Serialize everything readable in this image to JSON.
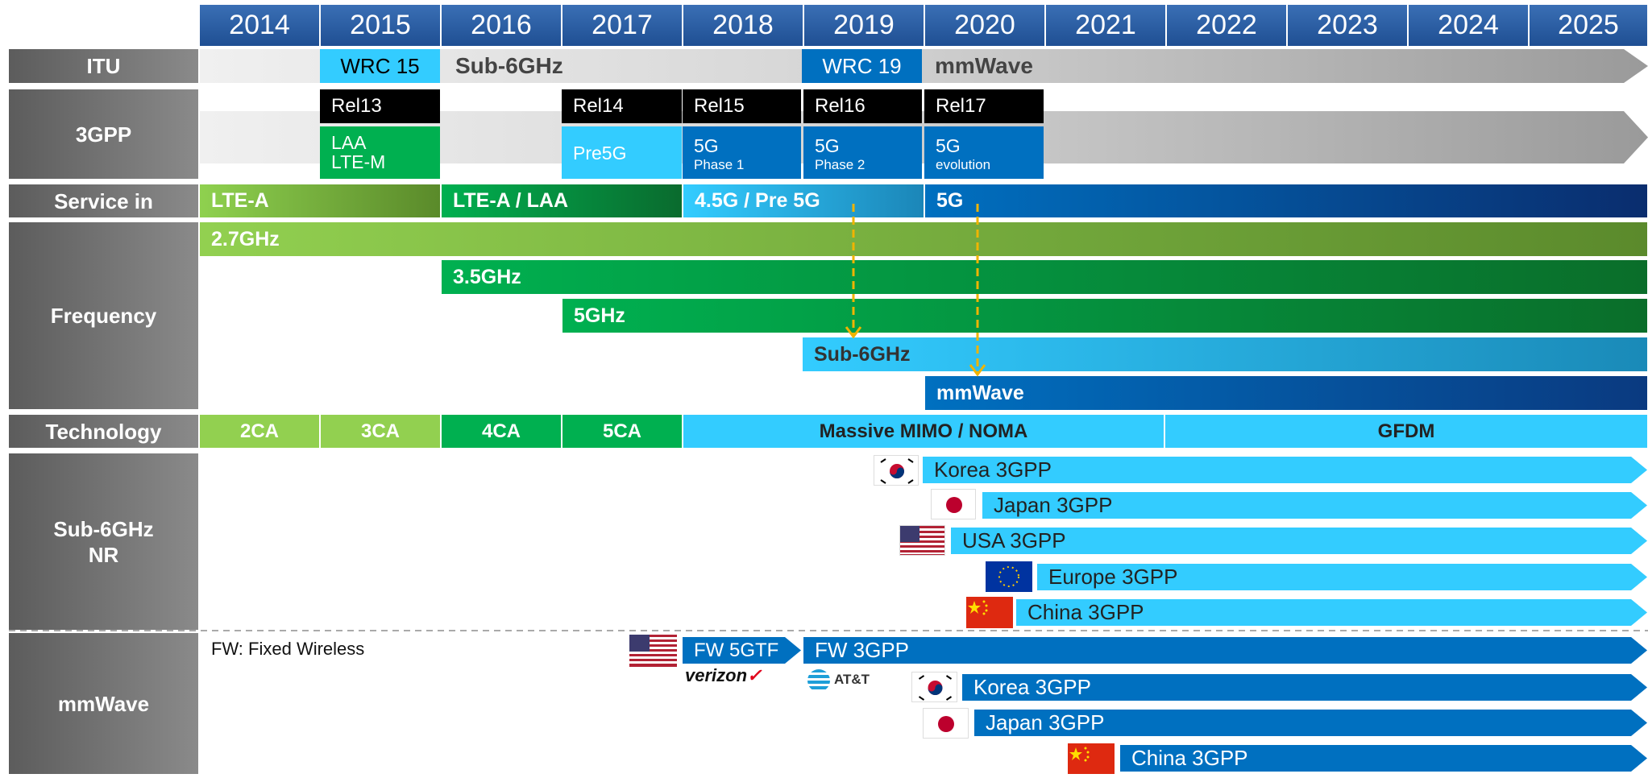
{
  "years": [
    "2014",
    "2015",
    "2016",
    "2017",
    "2018",
    "2019",
    "2020",
    "2021",
    "2022",
    "2023",
    "2024",
    "2025"
  ],
  "row_labels": {
    "itu": "ITU",
    "gpp": "3GPP",
    "service": "Service in",
    "frequency": "Frequency",
    "technology": "Technology",
    "sub6": "Sub-6GHz\nNR",
    "mmwave": "mmWave"
  },
  "itu": {
    "wrc15": "WRC 15",
    "sub6": "Sub-6GHz",
    "wrc19": "WRC 19",
    "mmwave": "mmWave"
  },
  "gpp": {
    "releases": [
      "Rel13",
      "Rel14",
      "Rel15",
      "Rel16",
      "Rel17"
    ],
    "rel13_sub": [
      "LAA",
      "LTE-M"
    ],
    "rel14_sub": "Pre5G",
    "rel15_sub": [
      "5G",
      "Phase 1"
    ],
    "rel16_sub": [
      "5G",
      "Phase 2"
    ],
    "rel17_sub": [
      "5G",
      "evolution"
    ]
  },
  "service": [
    "LTE-A",
    "LTE-A / LAA",
    "4.5G / Pre 5G",
    "5G"
  ],
  "frequency": [
    "2.7GHz",
    "3.5GHz",
    "5GHz",
    "Sub-6GHz",
    "mmWave"
  ],
  "technology": [
    "2CA",
    "3CA",
    "4CA",
    "5CA",
    "Massive MIMO / NOMA",
    "GFDM"
  ],
  "sub6_nr": [
    "Korea 3GPP",
    "Japan 3GPP",
    "USA 3GPP",
    "Europe 3GPP",
    "China 3GPP"
  ],
  "mmwave_note": "FW: Fixed Wireless",
  "mmwave_items": {
    "fw5gtf": "FW 5GTF",
    "fw3gpp": "FW 3GPP",
    "verizon": "verizon",
    "att": "AT&T",
    "korea": "Korea 3GPP",
    "japan": "Japan 3GPP",
    "china": "China 3GPP"
  }
}
